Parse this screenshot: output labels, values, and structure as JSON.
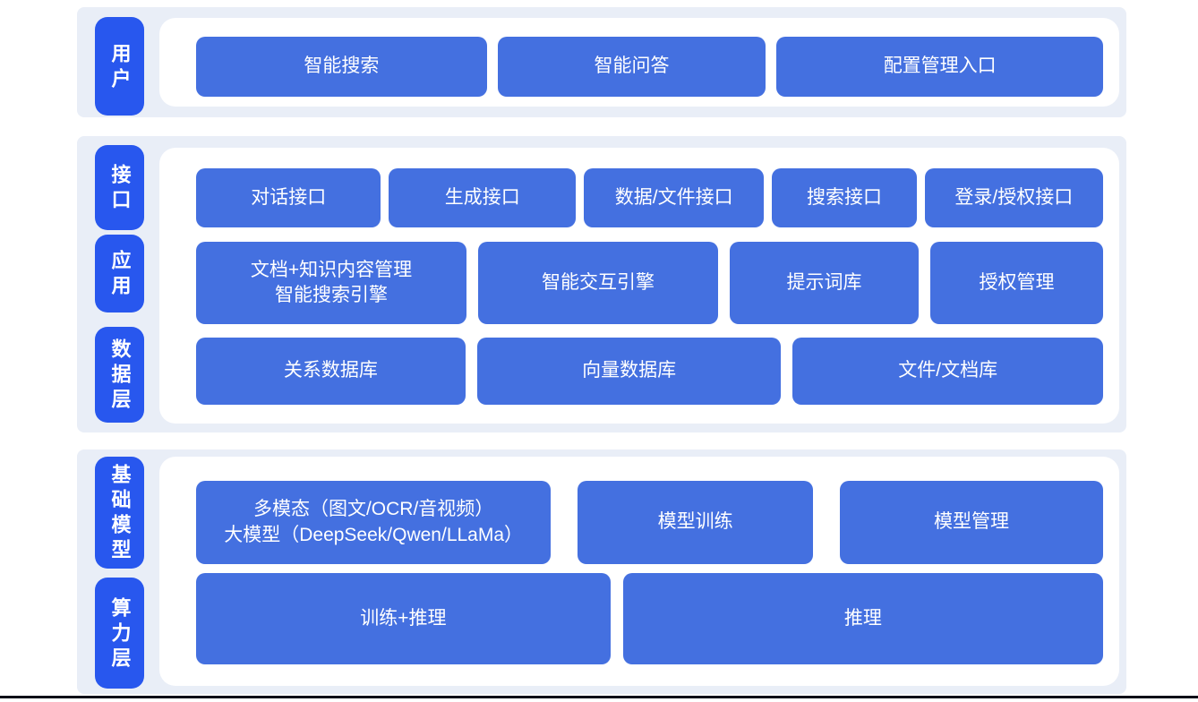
{
  "colors": {
    "side_label_box": "#2857ee",
    "content_box": "#4470e0",
    "section_background": "#e9eef7",
    "panel_background": "#ffffff",
    "text": "#ffffff",
    "bottom_baseline": "#0a0e17"
  },
  "layers": {
    "user": {
      "side_label": "用户",
      "boxes": [
        "智能搜索",
        "智能问答",
        "配置管理入口"
      ]
    },
    "middle": {
      "side_labels": [
        "接口",
        "应用",
        "数据层"
      ],
      "interface_row": [
        "对话接口",
        "生成接口",
        "数据/文件接口",
        "搜索接口",
        "登录/授权接口"
      ],
      "application_row": {
        "search_engine_line1": "文档+知识内容管理",
        "search_engine_line2": "智能搜索引擎",
        "boxes": [
          "智能交互引擎",
          "提示词库",
          "授权管理"
        ]
      },
      "data_row": [
        "关系数据库",
        "向量数据库",
        "文件/文档库"
      ]
    },
    "foundation": {
      "side_labels": [
        "基础模型",
        "算力层"
      ],
      "model_row": {
        "multimodal_line1": "多模态（图文/OCR/音视频）",
        "multimodal_line2": "大模型（DeepSeek/Qwen/LLaMa）",
        "boxes": [
          "模型训练",
          "模型管理"
        ]
      },
      "compute_row": [
        "训练+推理",
        "推理"
      ]
    }
  }
}
